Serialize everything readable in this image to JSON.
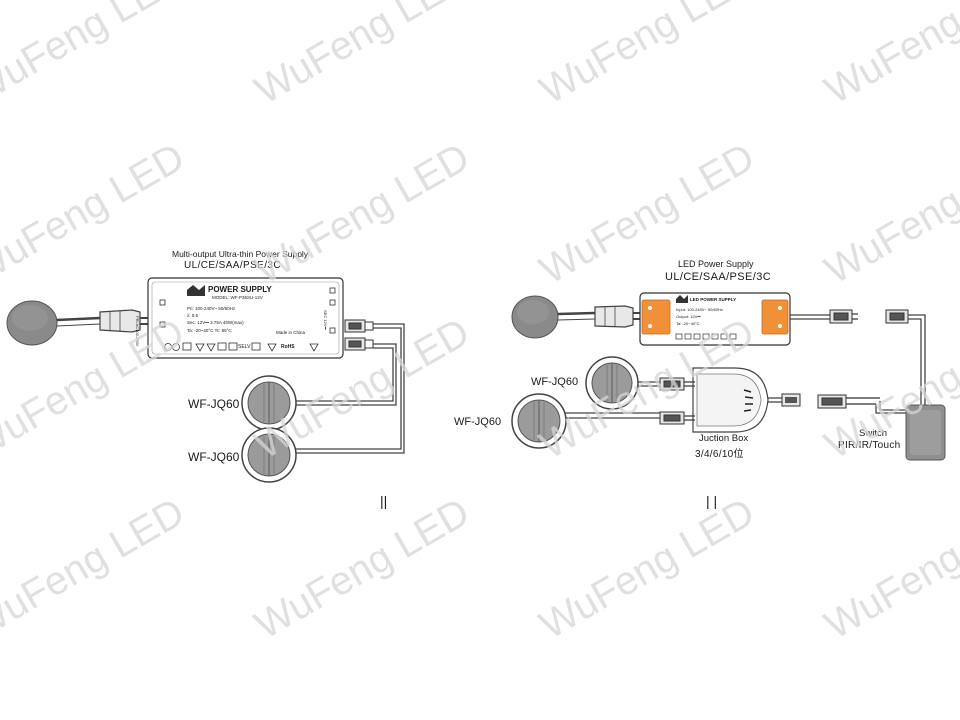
{
  "watermark": {
    "text": "WuFeng LED",
    "color": "#d6d6d6"
  },
  "accent": {
    "orange": "#f0913a"
  },
  "left_diagram": {
    "title": "Multi-output Ultra-thin Power Supply",
    "certs": "UL/CE/SAA/PSE/3C",
    "psu_label": "POWER SUPPLY",
    "psu_model": "MODEL: WF-P36SU-12V",
    "psu_spec_1": "Pri: 100-240V~ 50/60Hz",
    "psu_spec_2": "λ: 0.5",
    "psu_spec_3": "Sec: 12V⎓ 3.75A 45W(max)",
    "psu_spec_4": "Ta: -20~40°C   Tc: 85°C",
    "psu_made": "Made in China",
    "psu_selv": "SELV",
    "psu_rohs": "RoHS",
    "psu_side_left": "PRI AC100-240V",
    "psu_side_right": "SEC 12V⎓",
    "light_1_label": "WF-JQ60",
    "light_2_label": "WF-JQ60",
    "marker": "||"
  },
  "right_diagram": {
    "title": "LED Power Supply",
    "certs": "UL/CE/SAA/PSE/3C",
    "psu_label": "LED POWER SUPPLY",
    "psu_spec_1": "Input: 100-240V~ 50/60Hz",
    "psu_spec_2": "Output: 12V⎓",
    "psu_spec_3": "Ta: -20~40°C",
    "light_1_label": "WF-JQ60",
    "light_2_label": "WF-JQ60",
    "junction_label": "Juction Box",
    "junction_sub": "3/4/6/10位",
    "switch_label": "Switch",
    "switch_sub": "PIR/IR/Touch",
    "marker": "| |"
  }
}
